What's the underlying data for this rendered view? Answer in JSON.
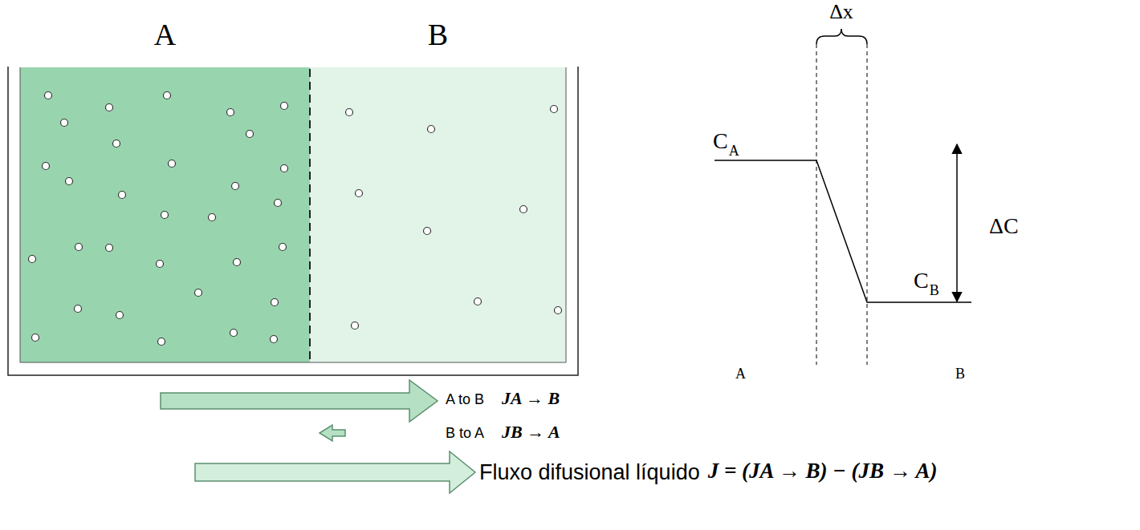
{
  "diagram": {
    "nodes": [
      {
        "text": [
          "A"
        ]
      },
      {
        "text": [
          "B"
        ]
      }
    ],
    "labels": [
      "Δx",
      "C",
      "A",
      "ΔC",
      "C",
      "B",
      "A",
      "B",
      "A to B",
      "JA → B",
      "B to A",
      "JB → A",
      "Fluxo difusional líquido",
      "J = (JA → B) − (JB → A)"
    ]
  }
}
